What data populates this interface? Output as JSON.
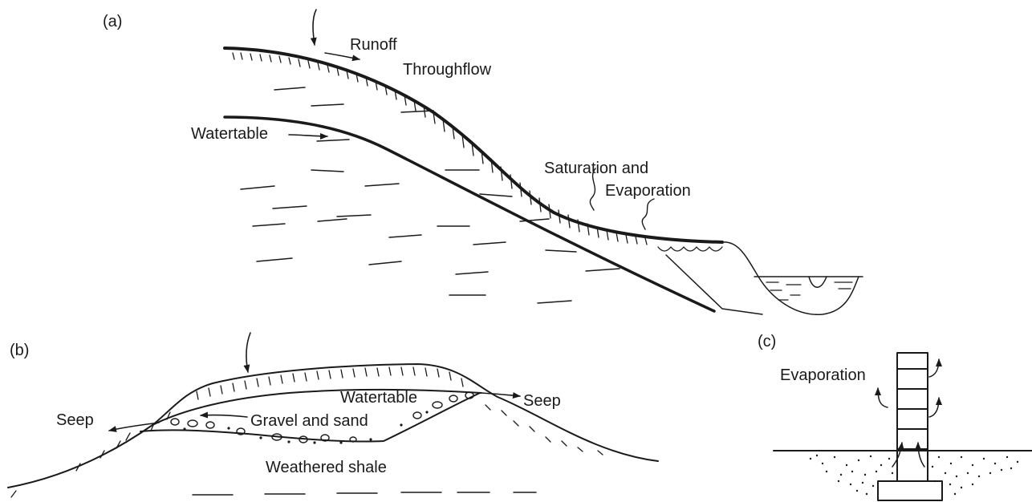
{
  "panels": {
    "a": {
      "tag": "(a)",
      "labels": {
        "runoff": "Runoff",
        "throughflow": "Throughflow",
        "watertable": "Watertable",
        "saturation": "Saturation and",
        "evaporation": "Evaporation"
      }
    },
    "b": {
      "tag": "(b)",
      "labels": {
        "watertable": "Watertable",
        "seep_left": "Seep",
        "seep_right": "Seep",
        "gravel": "Gravel and sand",
        "shale": "Weathered shale"
      }
    },
    "c": {
      "tag": "(c)",
      "labels": {
        "evaporation": "Evaporation"
      }
    }
  },
  "colors": {
    "ink": "#1a1a1a",
    "background": "#ffffff"
  }
}
